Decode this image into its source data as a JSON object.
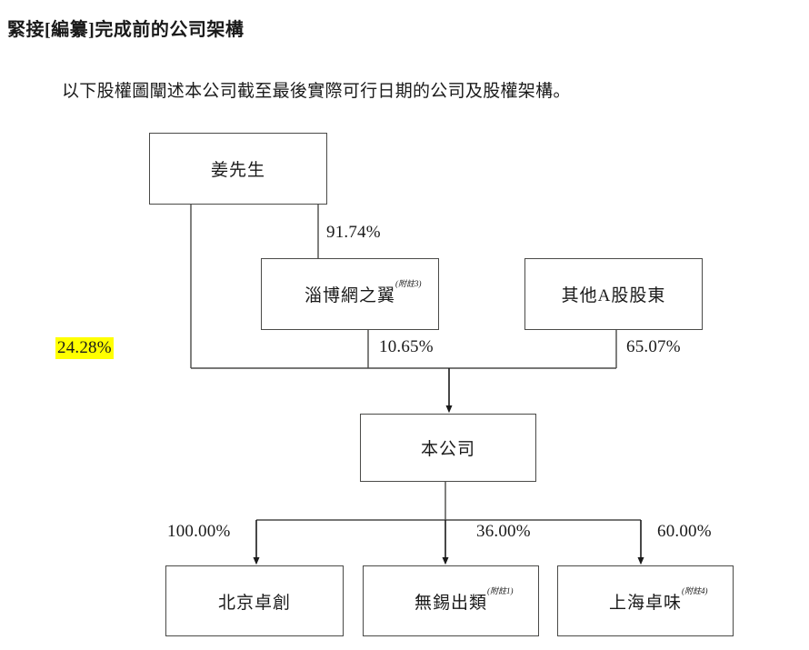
{
  "document": {
    "heading": "緊接[編纂]完成前的公司架構",
    "intro": "以下股權圖闡述本公司截至最後實際可行日期的公司及股權架構。"
  },
  "chart_data": {
    "type": "diagram",
    "title": "緊接[編纂]完成前的公司架構",
    "subtitle": "以下股權圖闡述本公司截至最後實際可行日期的公司及股權架構。",
    "nodes": [
      {
        "id": "chairman",
        "label": "姜先生",
        "note": "",
        "level": 0
      },
      {
        "id": "zibo",
        "label": "淄博網之翼",
        "note": "(附註3)",
        "level": 1
      },
      {
        "id": "otherA",
        "label": "其他A股股東",
        "note": "",
        "level": 1
      },
      {
        "id": "company",
        "label": "本公司",
        "note": "",
        "level": 2
      },
      {
        "id": "beijing",
        "label": "北京卓創",
        "note": "",
        "level": 3
      },
      {
        "id": "wuxi",
        "label": "無錫出類",
        "note": "(附註1)",
        "level": 3
      },
      {
        "id": "shanghai",
        "label": "上海卓味",
        "note": "(附註4)",
        "level": 3
      }
    ],
    "edges": [
      {
        "from": "chairman",
        "to": "zibo",
        "label": "91.74%",
        "highlighted": false
      },
      {
        "from": "chairman",
        "to": "company",
        "label": "24.28%",
        "highlighted": true
      },
      {
        "from": "zibo",
        "to": "company",
        "label": "10.65%",
        "highlighted": false
      },
      {
        "from": "otherA",
        "to": "company",
        "label": "65.07%",
        "highlighted": false
      },
      {
        "from": "company",
        "to": "beijing",
        "label": "100.00%",
        "highlighted": false
      },
      {
        "from": "company",
        "to": "wuxi",
        "label": "36.00%",
        "highlighted": false
      },
      {
        "from": "company",
        "to": "shanghai",
        "label": "60.00%",
        "highlighted": false
      }
    ],
    "colors": {
      "box_border": "#4a4a48",
      "connector": "#2b2b2b",
      "highlight": "#ffff00",
      "text": "#1a1a1a",
      "background": "#ffffff"
    }
  }
}
